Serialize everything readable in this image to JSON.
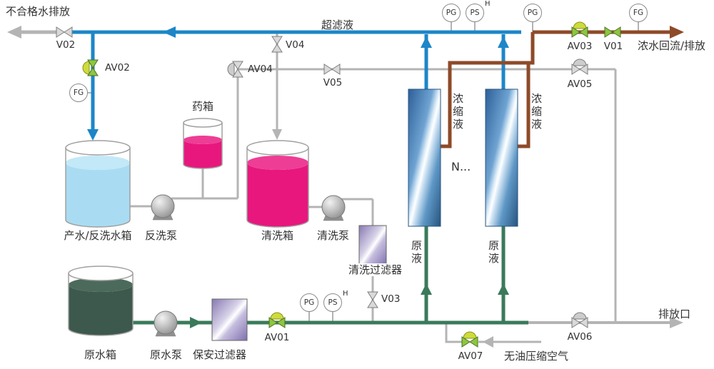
{
  "diagram": {
    "streams": {
      "unqualified_water": "不合格水排放",
      "ultrafiltrate": "超滤液",
      "concentrate_return": "浓水回流/排放",
      "concentrate": "浓缩液",
      "feed": "原液",
      "membrane_more": "N...",
      "discharge_outlet": "排放口",
      "compressed_air": "无油压缩空气"
    },
    "equipment": {
      "chemical_tank": "药箱",
      "product_backwash_tank": "产水/反洗水箱",
      "backwash_pump": "反洗泵",
      "cleaning_tank": "清洗箱",
      "cleaning_pump": "清洗泵",
      "cleaning_filter": "清洗过滤器",
      "raw_water_tank": "原水箱",
      "raw_water_pump": "原水泵",
      "security_filter": "保安过滤器"
    },
    "valves": {
      "v01": "V01",
      "v02": "V02",
      "v03": "V03",
      "v04": "V04",
      "v05": "V05",
      "av01": "AV01",
      "av02": "AV02",
      "av03": "AV03",
      "av04": "AV04",
      "av05": "AV05",
      "av06": "AV06",
      "av07": "AV07"
    },
    "gauges": {
      "pg": "PG",
      "ps": "PS",
      "fg": "FG",
      "high_mark": "H"
    },
    "colors": {
      "ultrafiltrate_line": "#1d86c8",
      "concentrate_line": "#8e4a28",
      "raw_water_line": "#3a7a5a",
      "utility_line": "#b4b4b4",
      "product_tank_liquid": "#a9dcf2",
      "chemical_liquid": "#e8177d",
      "raw_water_liquid": "#3d584c"
    }
  }
}
